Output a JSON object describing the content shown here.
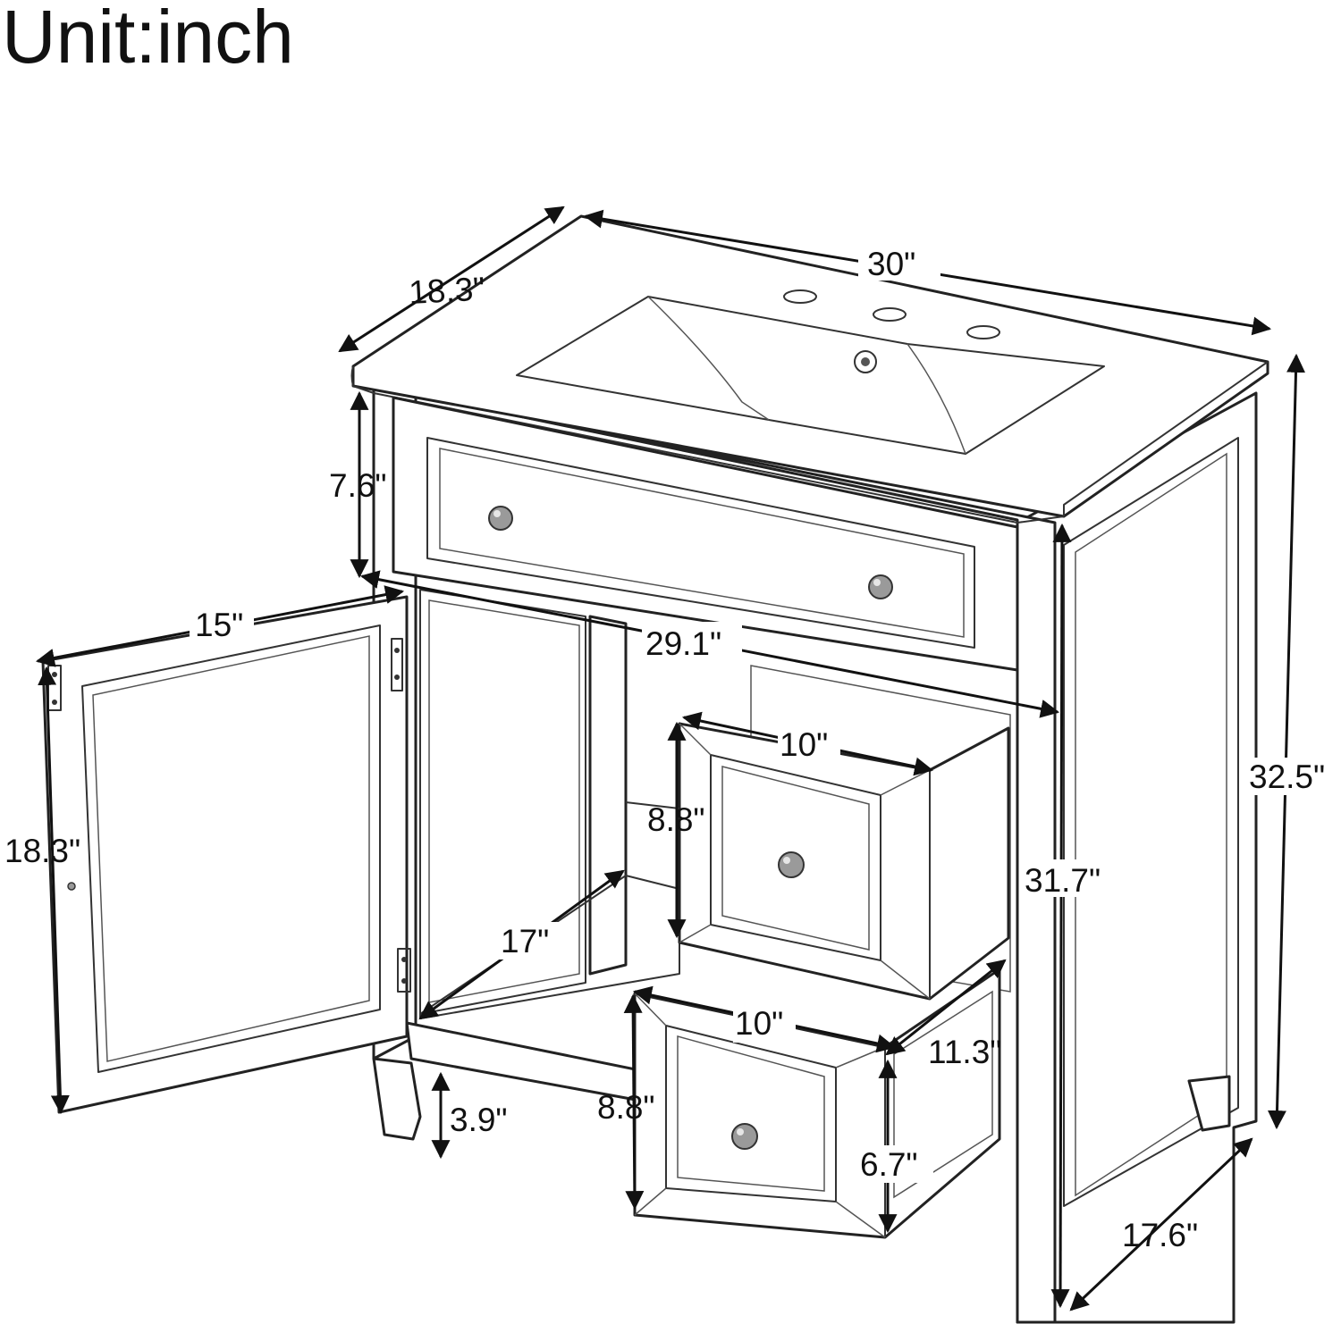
{
  "title": "Unit:inch",
  "dimensions": {
    "top_width": "30\"",
    "top_depth": "18.3\"",
    "drawer_height": "7.6\"",
    "inner_width": "29.1\"",
    "door_width": "15\"",
    "door_height": "18.3\"",
    "total_height": "32.5\"",
    "cabinet_height": "31.7\"",
    "small_drawer_width_top": "10\"",
    "small_drawer_height_top": "8.8\"",
    "small_drawer_width_bottom": "10\"",
    "small_drawer_height_bottom": "8.8\"",
    "shelf_depth": "17\"",
    "drawer_depth": "11.3\"",
    "drawer_inner_height": "6.7\"",
    "leg_height": "3.9\"",
    "cabinet_depth": "17.6\""
  }
}
